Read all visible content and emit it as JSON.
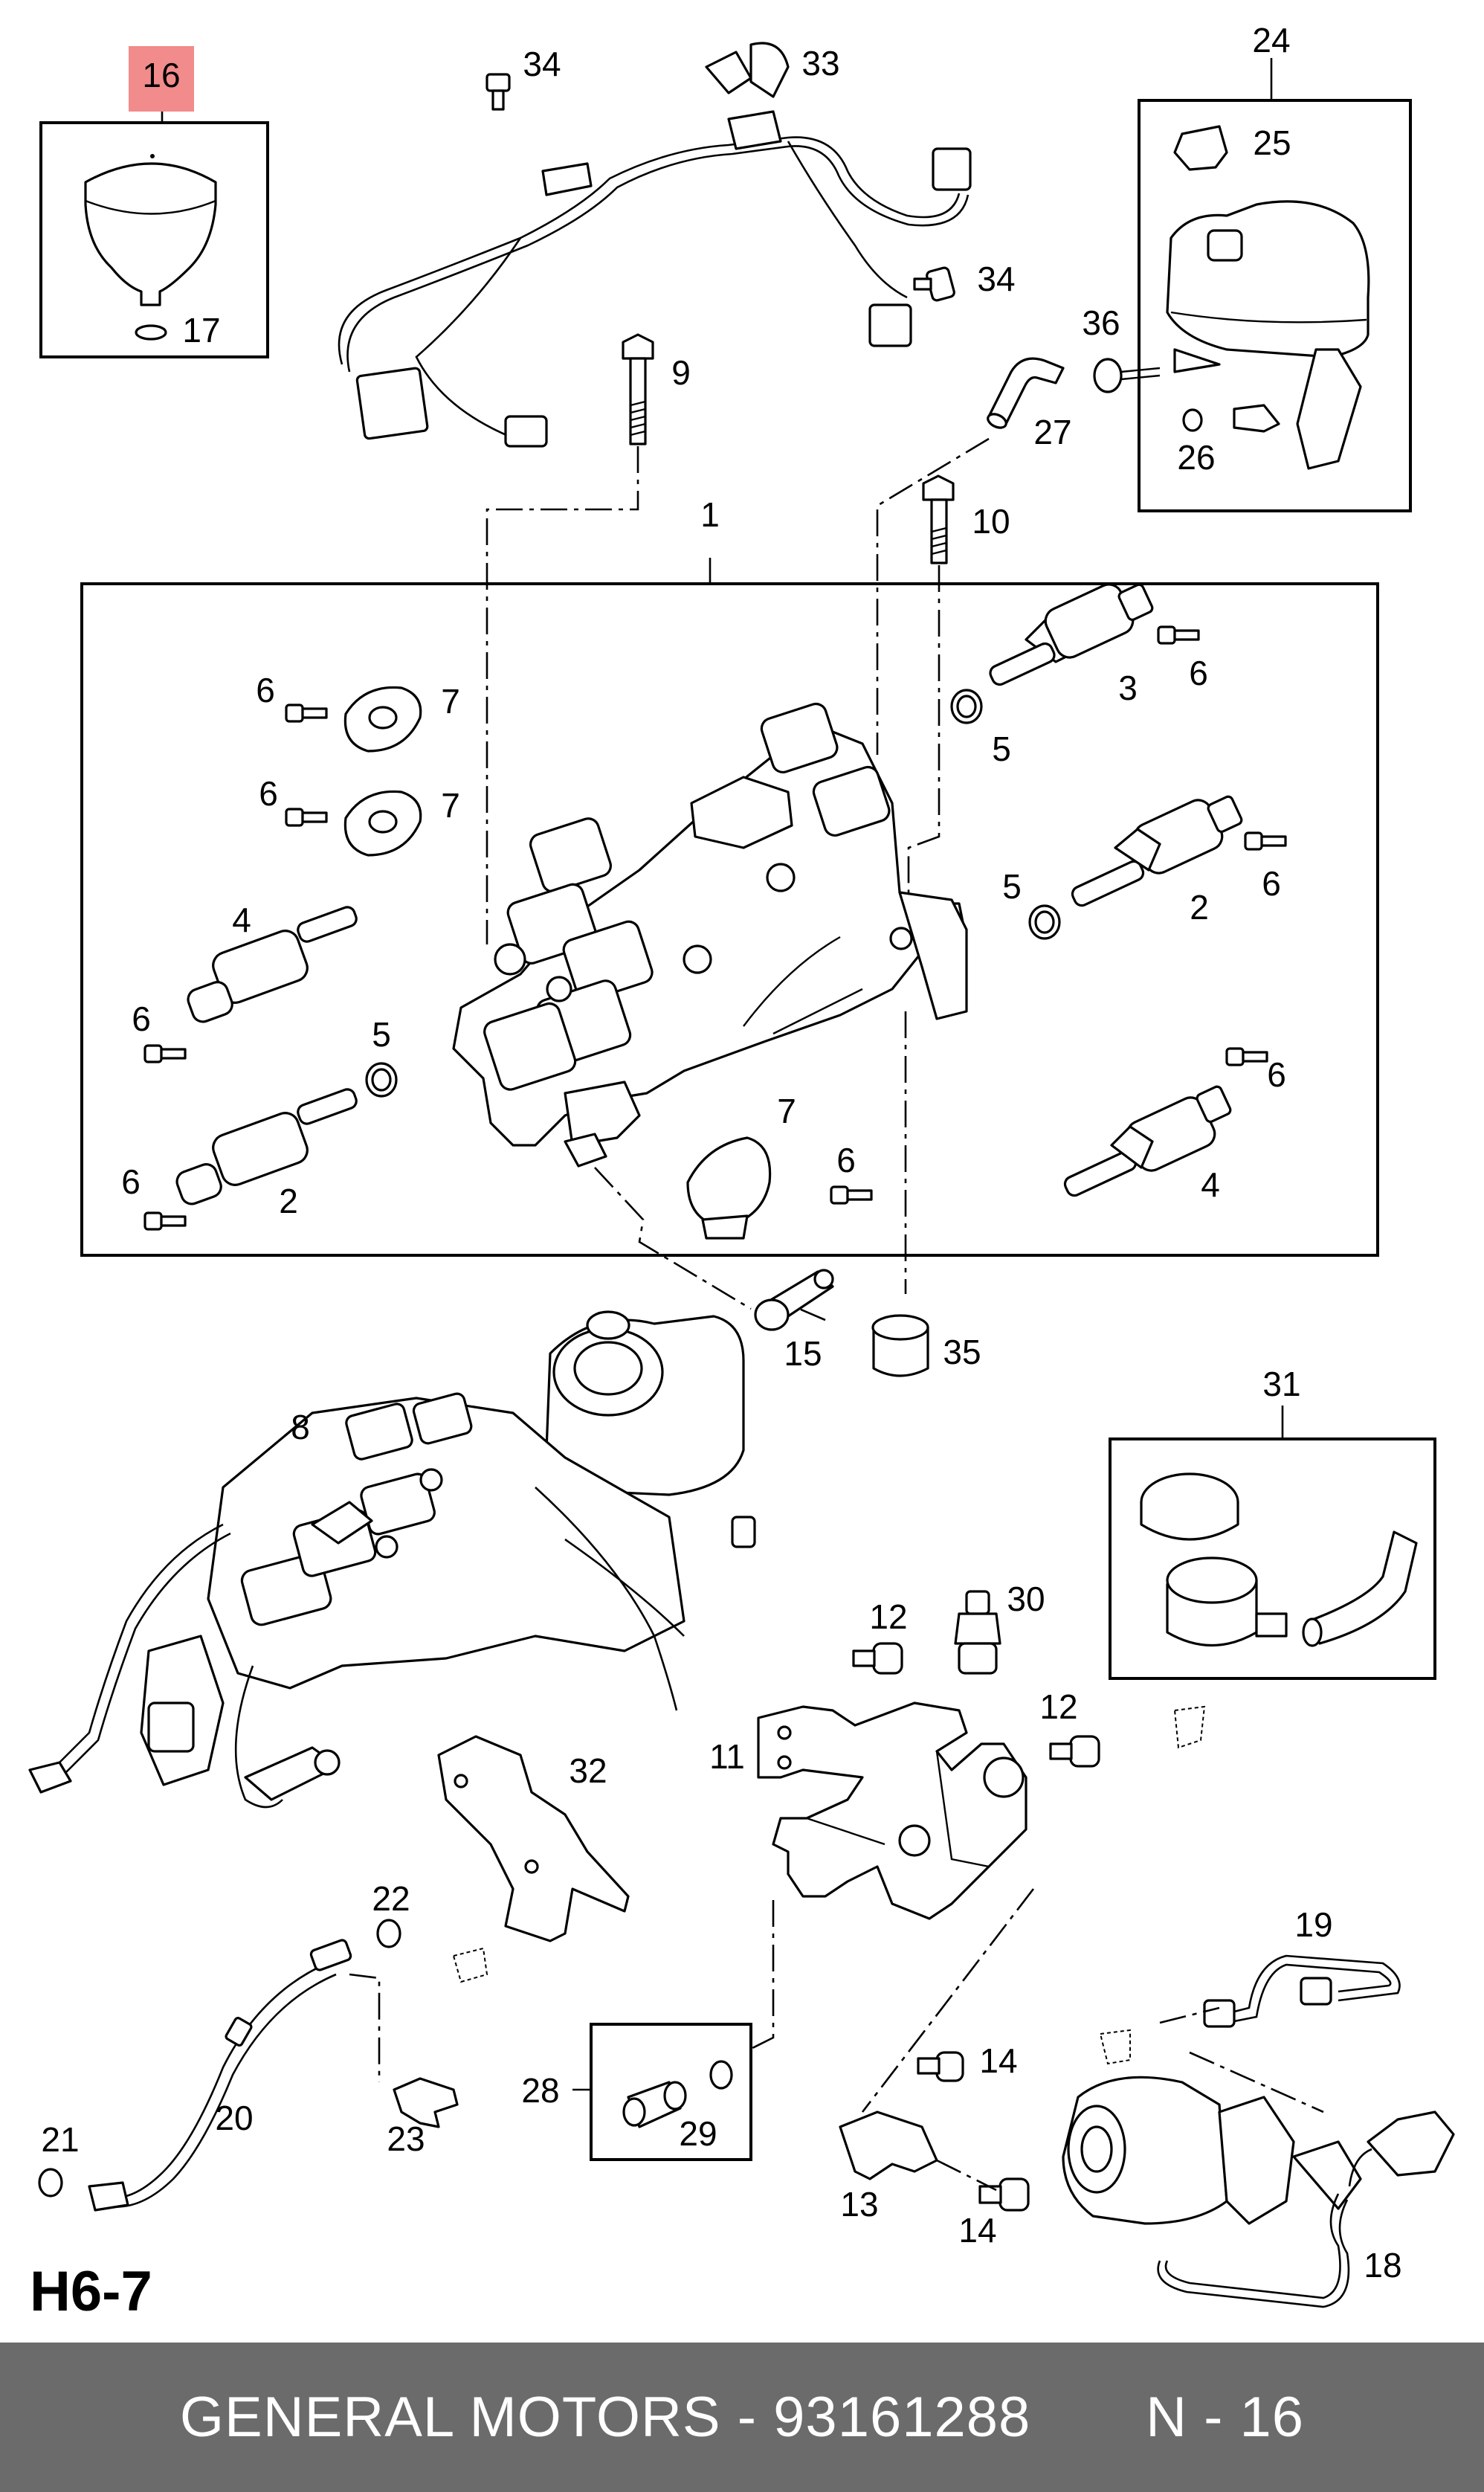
{
  "diagram": {
    "page_code": "H6-7",
    "highlight_color": "#f28b8b",
    "footer": {
      "brand": "GENERAL MOTORS",
      "separator": " - ",
      "part_number": "93161288",
      "gap": "       ",
      "ref": "N - 16"
    },
    "callouts": {
      "c1": "1",
      "c2a": "2",
      "c2b": "2",
      "c3": "3",
      "c4a": "4",
      "c4b": "4",
      "c5a": "5",
      "c5b": "5",
      "c5c": "5",
      "c6a": "6",
      "c6b": "6",
      "c6c": "6",
      "c6d": "6",
      "c6e": "6",
      "c6f": "6",
      "c6g": "6",
      "c6h": "6",
      "c7a": "7",
      "c7b": "7",
      "c7c": "7",
      "c8": "8",
      "c9": "9",
      "c10": "10",
      "c11": "11",
      "c12a": "12",
      "c12b": "12",
      "c13": "13",
      "c14a": "14",
      "c14b": "14",
      "c15": "15",
      "c16": "16",
      "c17": "17",
      "c18": "18",
      "c19": "19",
      "c20": "20",
      "c21": "21",
      "c22": "22",
      "c23": "23",
      "c24": "24",
      "c25": "25",
      "c26": "26",
      "c27": "27",
      "c28": "28",
      "c29": "29",
      "c30": "30",
      "c31": "31",
      "c32": "32",
      "c33": "33",
      "c34a": "34",
      "c34b": "34",
      "c35": "35",
      "c36": "36"
    }
  }
}
